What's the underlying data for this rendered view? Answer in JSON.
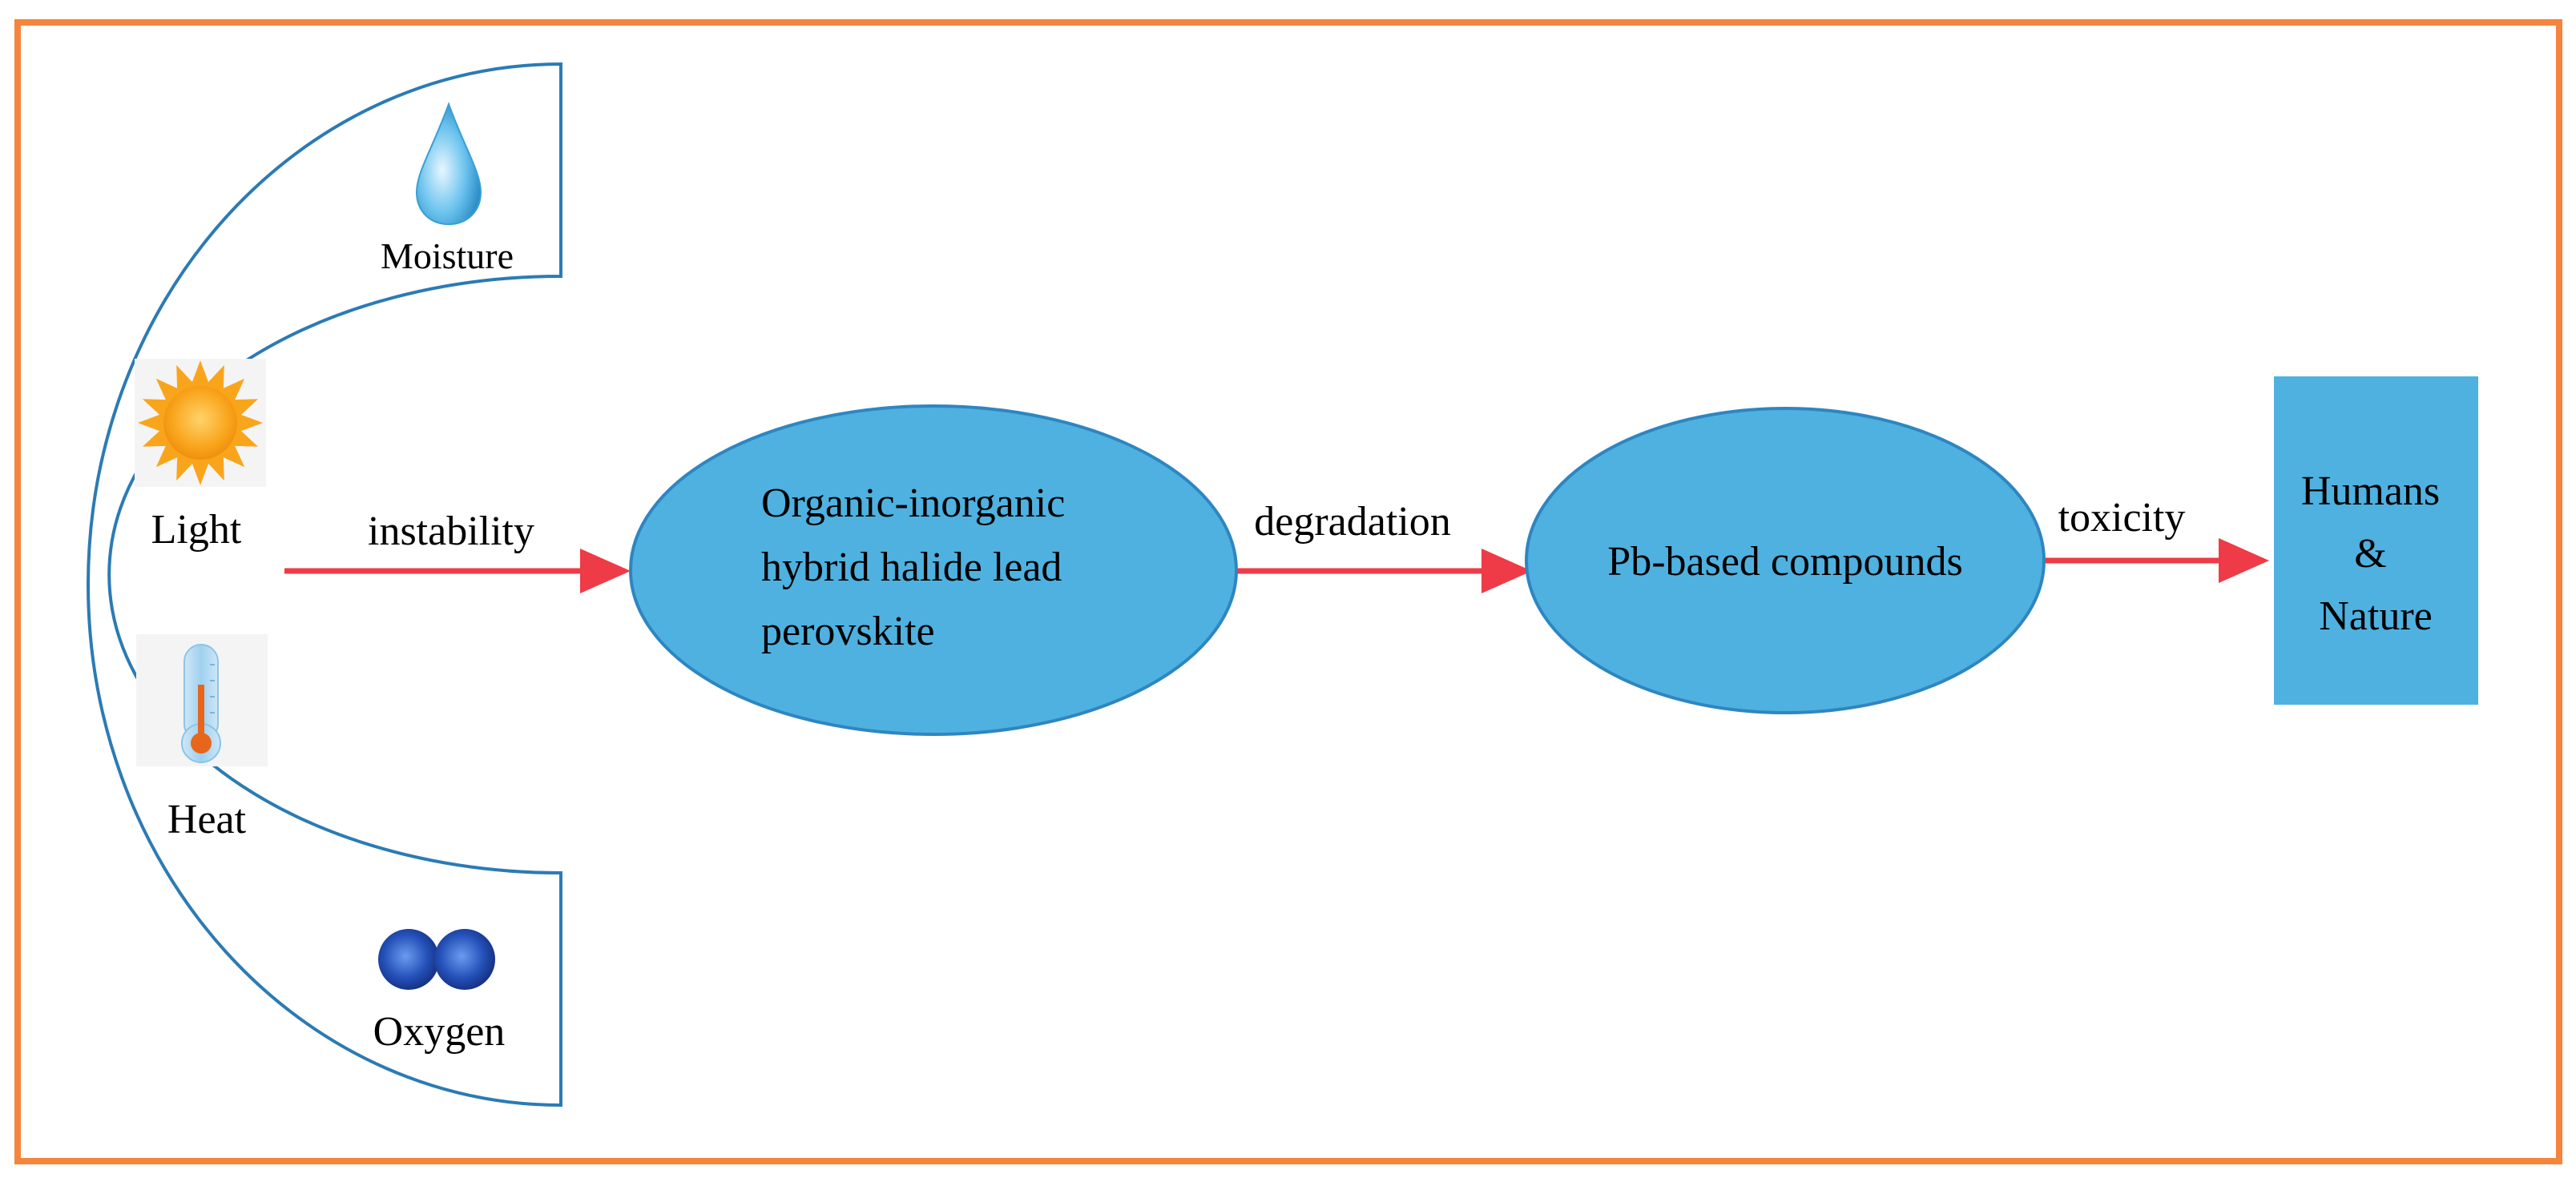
{
  "factors": {
    "moisture": {
      "label": "Moisture",
      "icon": "water-drop-icon"
    },
    "light": {
      "label": "Light",
      "icon": "sun-icon"
    },
    "heat": {
      "label": "Heat",
      "icon": "thermometer-icon"
    },
    "oxygen": {
      "label": "Oxygen",
      "icon": "oxygen-molecule-icon"
    }
  },
  "nodes": {
    "perovskite": {
      "lines": [
        "Organic-inorganic",
        "hybrid halide lead",
        "perovskite"
      ]
    },
    "pb": {
      "label": "Pb-based compounds"
    },
    "target": {
      "lines": [
        "Humans",
        "&",
        "Nature"
      ]
    }
  },
  "edges": {
    "instability": "instability",
    "degradation": "degradation",
    "toxicity": "toxicity"
  },
  "colors": {
    "frame": "#f5843c",
    "arc": "#2b7bb4",
    "arrow": "#ee3b47",
    "node_fill": "#4fb1e0",
    "node_stroke": "#2e86c1",
    "sun": "#f7a21b",
    "thermo": "#a8d4ee",
    "thermo_red": "#e8651c",
    "drop": "#5db8e8",
    "oxygen": "#1f4fb5"
  }
}
